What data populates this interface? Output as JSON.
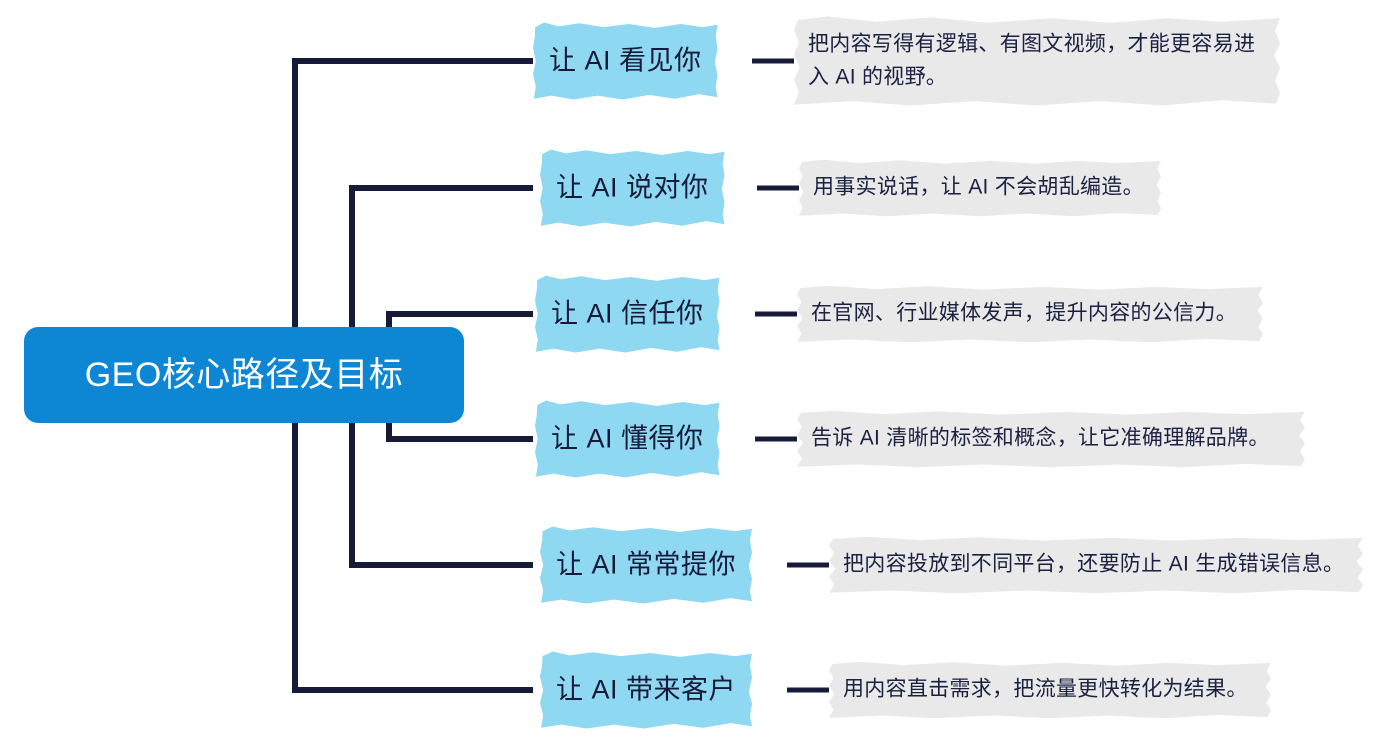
{
  "diagram": {
    "type": "mindmap",
    "title": "GEO核心路径及目标",
    "orientation": "left-root-right-branches",
    "branch_count": 6
  },
  "colors": {
    "root_fill": "#0d87d4",
    "root_text": "#ffffff",
    "branch_highlight": "#8ed8f2",
    "branch_text": "#171a38",
    "connector_line": "#171a38",
    "description_fill": "#e9e9e9",
    "description_text": "#1a2040",
    "background": "#ffffff"
  },
  "root": {
    "label": "GEO核心路径及目标"
  },
  "branches": [
    {
      "label": "让 AI 看见你",
      "description": "把内容写得有逻辑、有图文视频，才能更容易进入 AI 的视野。"
    },
    {
      "label": "让 AI 说对你",
      "description": "用事实说话，让 AI 不会胡乱编造。"
    },
    {
      "label": "让 AI 信任你",
      "description": "在官网、行业媒体发声，提升内容的公信力。"
    },
    {
      "label": "让 AI 懂得你",
      "description": "告诉 AI 清晰的标签和概念，让它准确理解品牌。"
    },
    {
      "label": "让 AI 常常提你",
      "description": "把内容投放到不同平台，还要防止 AI 生成错误信息。"
    },
    {
      "label": "让 AI 带来客户",
      "description": "用内容直击需求，把流量更快转化为结果。"
    }
  ]
}
